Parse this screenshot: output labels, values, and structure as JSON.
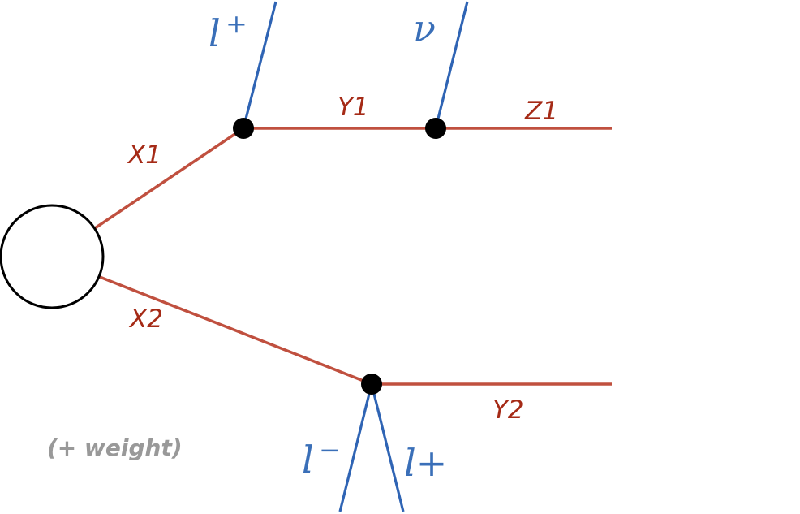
{
  "diagram": {
    "edges": {
      "x1": "X1",
      "x2": "X2",
      "y1": "Y1",
      "y2": "Y2",
      "z1": "Z1"
    },
    "leptons": {
      "top_l_base": "l",
      "top_l_sup": "+",
      "nu": "ν",
      "bottom_left_base": "l",
      "bottom_left_sup": "−",
      "bottom_right": "l+"
    },
    "note": "(+ weight)"
  },
  "colors": {
    "red_line": "#c0503f",
    "red_text": "#a52a16",
    "blue": "#2f64b4",
    "vertex": "#000000",
    "note": "#999999"
  }
}
